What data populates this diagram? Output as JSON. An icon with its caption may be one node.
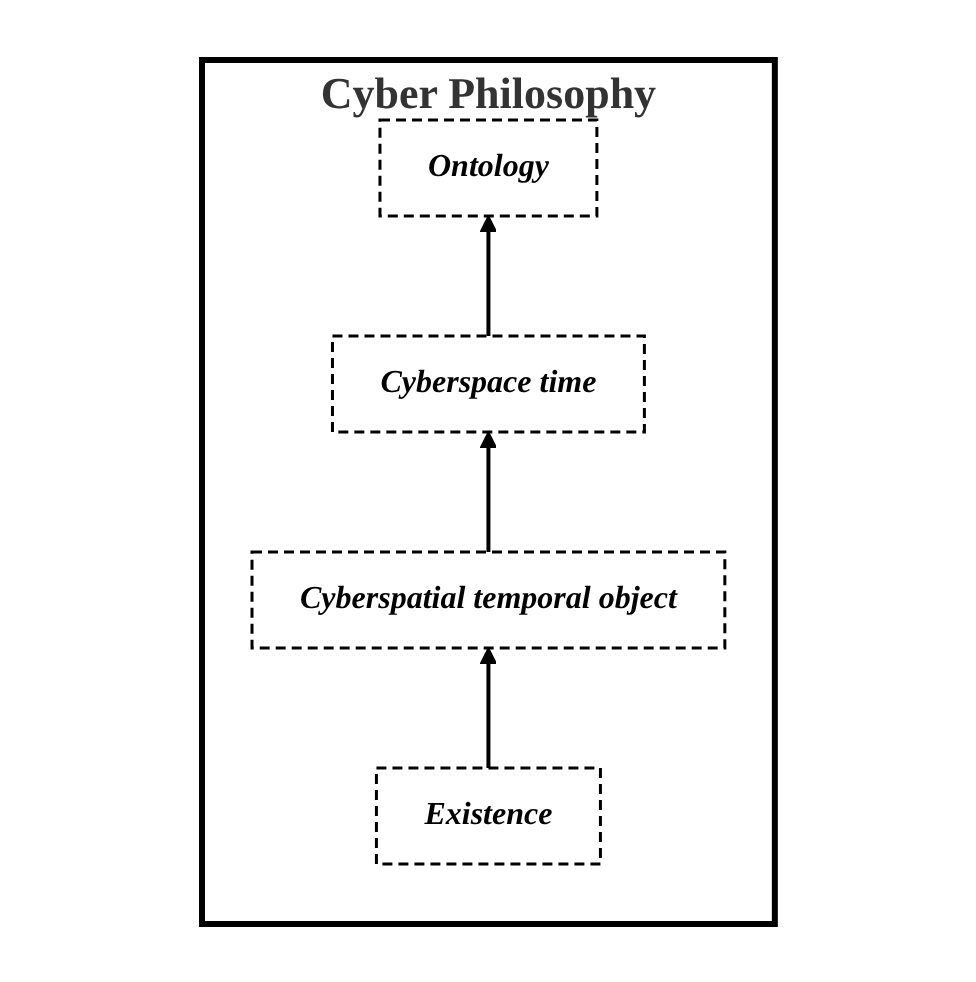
{
  "diagram": {
    "nodes": [
      {
        "text": [
          "Cyber Philosophy"
        ]
      },
      {
        "text": [
          "Ontology"
        ],
        "in": 0
      },
      {
        "text": [
          "Cyberspace time"
        ],
        "in": 0
      },
      {
        "text": [
          "Cyberspatial temporal object"
        ],
        "in": 0
      },
      {
        "text": [
          "Existence"
        ],
        "in": 0
      }
    ],
    "edges": [
      {
        "from": 4,
        "to": 3,
        "arrow": "to"
      },
      {
        "from": 3,
        "to": 2,
        "arrow": "to"
      },
      {
        "from": 2,
        "to": 1,
        "arrow": "to"
      }
    ]
  }
}
